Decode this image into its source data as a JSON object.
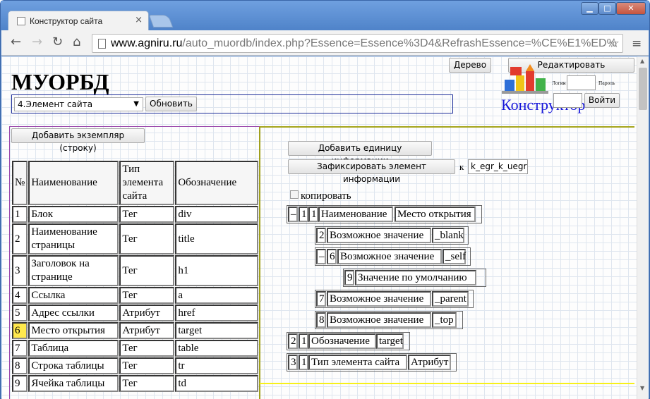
{
  "browser": {
    "tab_title": "Конструктор сайта",
    "url_domain": "www.agniru.ru",
    "url_path": "/auto_muordb/index.php?Essence=Essence%3D4&RefrashEssence=%CE%E1%ED%",
    "controls": {
      "min": "▁",
      "max": "□",
      "close": "✕"
    }
  },
  "header": {
    "brand": "МУОРБД",
    "select_value": "4.Элемент сайта",
    "refresh_label": "Обновить",
    "tree_label": "Дерево",
    "edit_label": "Редактировать",
    "login_label": "Логин",
    "password_label": "Пароль",
    "enter_label": "Войти",
    "konstruktor": "Конструктор"
  },
  "left": {
    "add_button": "Добавить экземпляр (строку)",
    "columns": [
      "№",
      "Наименование",
      "Тип элемента сайта",
      "Обозначение"
    ],
    "rows": [
      [
        "1",
        "Блок",
        "Тег",
        "div"
      ],
      [
        "2",
        "Наименование страницы",
        "Тег",
        "title"
      ],
      [
        "3",
        "Заголовок на странице",
        "Тег",
        "h1"
      ],
      [
        "4",
        "Ссылка",
        "Тег",
        "a"
      ],
      [
        "5",
        "Адрес ссылки",
        "Атрибут",
        "href"
      ],
      [
        "6",
        "Место открытия",
        "Атрибут",
        "target"
      ],
      [
        "7",
        "Таблица",
        "Тег",
        "table"
      ],
      [
        "8",
        "Строка таблицы",
        "Тег",
        "tr"
      ],
      [
        "9",
        "Ячейка таблицы",
        "Тег",
        "td"
      ]
    ],
    "highlight_row": "6"
  },
  "right": {
    "add_info_button": "Добавить единицу информации",
    "fix_button": "Зафиксировать элемент информации",
    "k_label": "к",
    "k_value": "k_egr_k_uegr",
    "copy_label": "копировать",
    "tree": {
      "r1": {
        "toggle": "–",
        "a": "1",
        "b": "1",
        "name": "Наименование",
        "value": "Место открытия"
      },
      "r2": {
        "a": "2",
        "name": "Возможное значение",
        "value": "_blank"
      },
      "r3": {
        "toggle": "–",
        "a": "6",
        "name": "Возможное значение",
        "value": "_self"
      },
      "r4": {
        "a": "9",
        "name": "Значение по умолчанию"
      },
      "r5": {
        "a": "7",
        "name": "Возможное значение",
        "value": "_parent"
      },
      "r6": {
        "a": "8",
        "name": "Возможное значение",
        "value": "_top"
      },
      "r7": {
        "a": "2",
        "b": "1",
        "name": "Обозначение",
        "value": "target"
      },
      "r8": {
        "a": "3",
        "b": "1",
        "name": "Тип элемента сайта",
        "value": "Атрибут"
      }
    }
  }
}
